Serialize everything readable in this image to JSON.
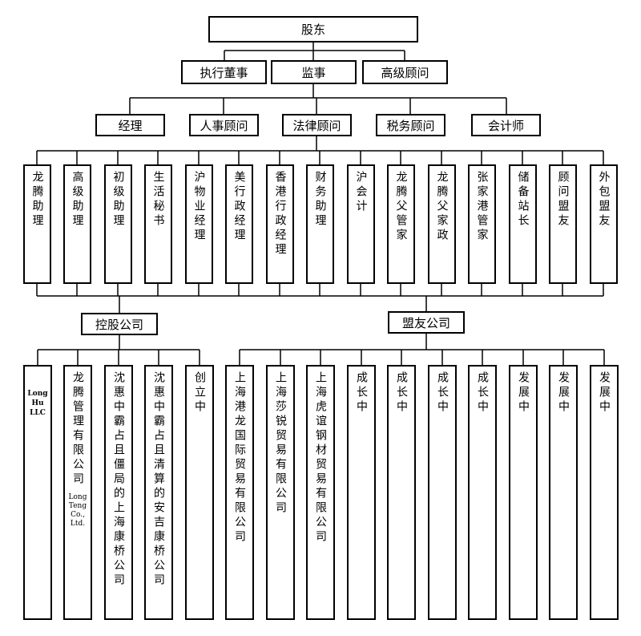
{
  "top": "股东",
  "level2": [
    "执行董事",
    "监事",
    "高级顾问"
  ],
  "level3": [
    "经理",
    "人事顾问",
    "法律顾问",
    "税务顾问",
    "会计师"
  ],
  "staff": [
    "龙腾助理",
    "高级助理",
    "初级助理",
    "生活秘书",
    "沪物业经理",
    "美行政经理",
    "香港行政经理",
    "财务助理",
    "沪会计",
    "龙腾父管家",
    "龙腾父家政",
    "张家港管家",
    "储备站长",
    "顾问盟友",
    "外包盟友"
  ],
  "groups": {
    "holding": "控股公司",
    "alliance": "盟友公司"
  },
  "holding_companies": [
    {
      "en": "Long Hu LLC"
    },
    {
      "cn": "龙腾管理有限公司",
      "en": "Long Teng Co., Ltd."
    },
    {
      "cn": "沈惠中霸占且僵局的上海康桥公司"
    },
    {
      "cn": "沈惠中霸占且清算的安吉康桥公司"
    },
    {
      "cn": "创立中"
    }
  ],
  "alliance_companies": [
    "上海港龙国际贸易有限公司",
    "上海莎锐贸易有限公司",
    "上海虎谊钢材贸易有限公司",
    "成长中",
    "成长中",
    "成长中",
    "成长中",
    "发展中",
    "发展中",
    "发展中"
  ]
}
